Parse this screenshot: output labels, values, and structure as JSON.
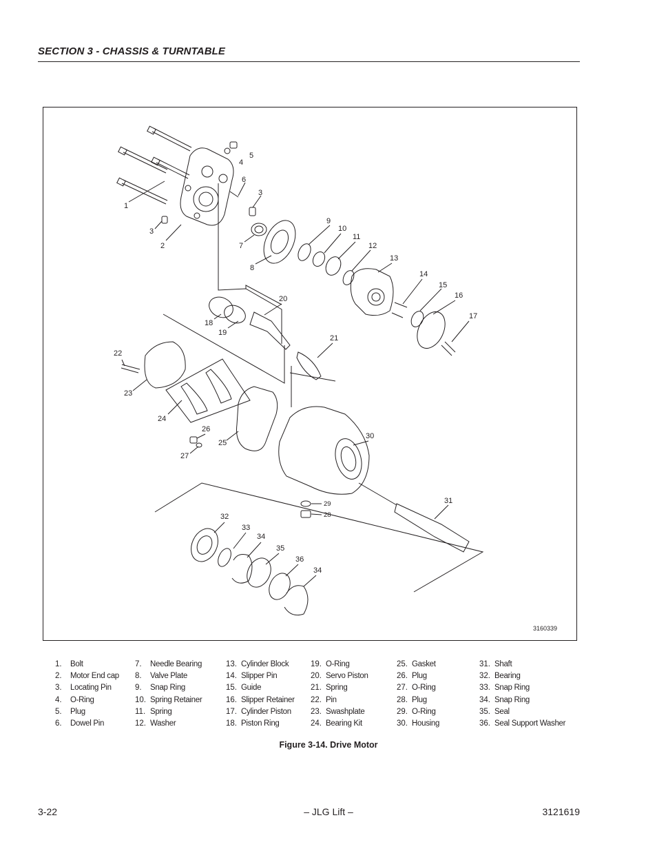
{
  "header": {
    "section_title": "SECTION 3 - CHASSIS & TURNTABLE"
  },
  "figure": {
    "part_code": "3160339",
    "caption": "Figure 3-14.  Drive Motor",
    "callouts": [
      "1",
      "2",
      "3",
      "3",
      "4",
      "5",
      "6",
      "7",
      "8",
      "9",
      "10",
      "11",
      "12",
      "13",
      "14",
      "15",
      "16",
      "17",
      "18",
      "19",
      "20",
      "21",
      "22",
      "23",
      "24",
      "25",
      "26",
      "27",
      "28",
      "29",
      "30",
      "31",
      "32",
      "33",
      "34",
      "34",
      "35",
      "36"
    ]
  },
  "legend": {
    "columns": [
      [
        {
          "num": "1.",
          "text": "Bolt"
        },
        {
          "num": "2.",
          "text": "Motor End cap"
        },
        {
          "num": "3.",
          "text": "Locating Pin"
        },
        {
          "num": "4.",
          "text": "O-Ring"
        },
        {
          "num": "5.",
          "text": "Plug"
        },
        {
          "num": "6.",
          "text": "Dowel Pin"
        }
      ],
      [
        {
          "num": "7.",
          "text": "Needle Bearing"
        },
        {
          "num": "8.",
          "text": "Valve Plate"
        },
        {
          "num": "9.",
          "text": "Snap Ring"
        },
        {
          "num": "10.",
          "text": "Spring Retainer"
        },
        {
          "num": "11.",
          "text": "Spring"
        },
        {
          "num": "12.",
          "text": "Washer"
        }
      ],
      [
        {
          "num": "13.",
          "text": "Cylinder Block"
        },
        {
          "num": "14.",
          "text": "Slipper Pin"
        },
        {
          "num": "15.",
          "text": "Guide"
        },
        {
          "num": "16.",
          "text": "Slipper Retainer"
        },
        {
          "num": "17.",
          "text": "Cylinder Piston"
        },
        {
          "num": "18.",
          "text": "Piston Ring"
        }
      ],
      [
        {
          "num": "19.",
          "text": "O-Ring"
        },
        {
          "num": "20.",
          "text": "Servo Piston"
        },
        {
          "num": "21.",
          "text": "Spring"
        },
        {
          "num": "22.",
          "text": "Pin"
        },
        {
          "num": "23.",
          "text": "Swashplate"
        },
        {
          "num": "24.",
          "text": "Bearing Kit"
        }
      ],
      [
        {
          "num": "25.",
          "text": "Gasket"
        },
        {
          "num": "26.",
          "text": "Plug"
        },
        {
          "num": "27.",
          "text": "O-Ring"
        },
        {
          "num": "28.",
          "text": "Plug"
        },
        {
          "num": "29.",
          "text": "O-Ring"
        },
        {
          "num": "30.",
          "text": "Housing"
        }
      ],
      [
        {
          "num": "31.",
          "text": "Shaft"
        },
        {
          "num": "32.",
          "text": "Bearing"
        },
        {
          "num": "33.",
          "text": "Snap Ring"
        },
        {
          "num": "34.",
          "text": "Snap Ring"
        },
        {
          "num": "35.",
          "text": "Seal"
        },
        {
          "num": "36.",
          "text": "Seal Support Washer"
        }
      ]
    ]
  },
  "footer": {
    "page_number": "3-22",
    "center_text": "– JLG Lift –",
    "doc_number": "3121619"
  }
}
